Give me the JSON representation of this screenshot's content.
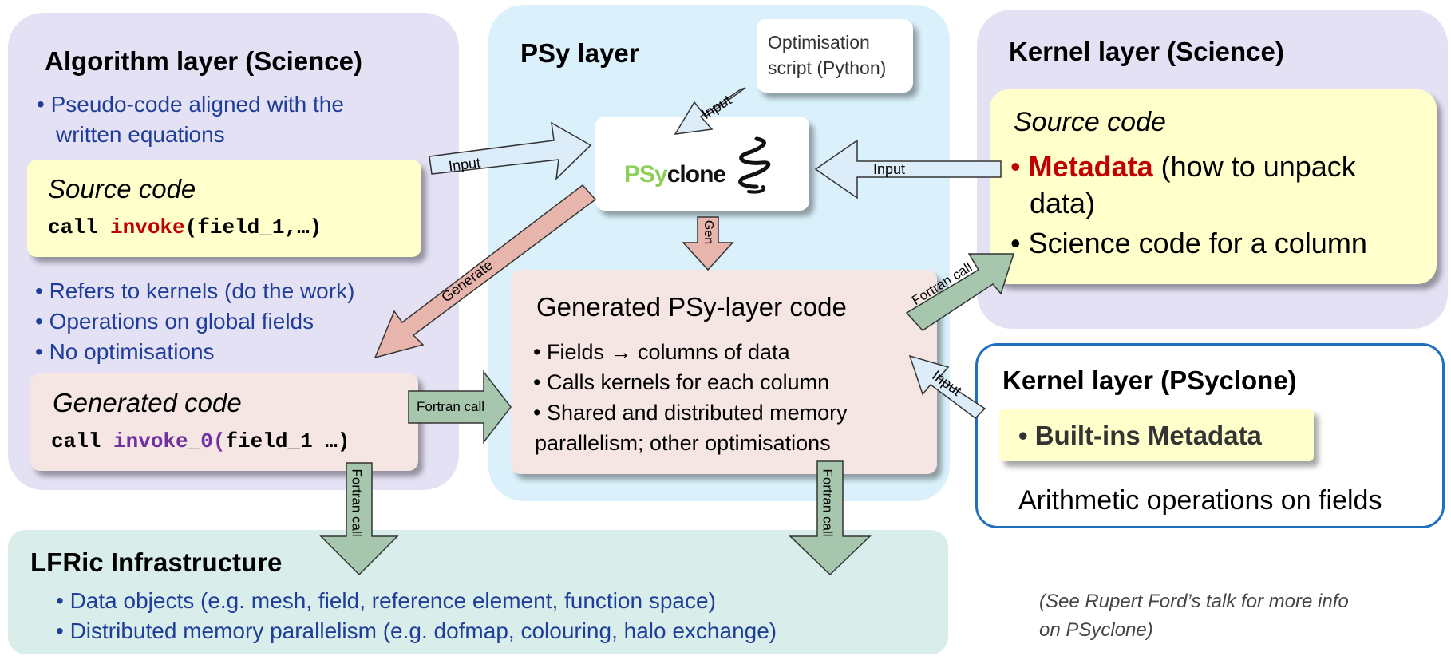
{
  "algorithm": {
    "title": "Algorithm layer (Science)",
    "intro": [
      "• Pseudo-code aligned with the",
      "written equations"
    ],
    "source_box": {
      "title": "Source code",
      "code_prefix": "call ",
      "code_keyword": "invoke",
      "code_suffix": "(field_1,…)"
    },
    "bullets": [
      "•  Refers to kernels (do the work)",
      "•  Operations on global fields",
      "•  No optimisations"
    ],
    "generated_box": {
      "title": "Generated code",
      "code_prefix": "call ",
      "code_keyword": "invoke_0(",
      "code_suffix": "field_1 …)"
    }
  },
  "psy": {
    "title": "PSy layer",
    "optimisation_script": [
      "Optimisation",
      "script (Python)"
    ],
    "logo": {
      "ps": "PSy",
      "clone": "clone"
    },
    "generated": {
      "title": "Generated PSy-layer code",
      "bullets": [
        "• Fields → columns of data",
        "• Calls kernels for each column",
        "• Shared and distributed memory",
        "parallelism; other optimisations"
      ]
    }
  },
  "kernel_science": {
    "title": "Kernel layer (Science)",
    "source_title": "Source code",
    "metadata_bullet": "• ",
    "metadata_word": "Metadata",
    "metadata_rest": " (how to unpack",
    "metadata_rest2": "data)",
    "science_bullet": "• Science code for a column"
  },
  "kernel_psyclone": {
    "title": "Kernel layer (PSyclone)",
    "builtins": "• Built-ins Metadata",
    "description": "Arithmetic operations on fields"
  },
  "lfric": {
    "title": "LFRic Infrastructure",
    "bullets": [
      "• Data objects (e.g. mesh, field, reference element, function space)",
      "• Distributed memory parallelism (e.g. dofmap, colouring, halo exchange)"
    ]
  },
  "note": [
    "(See Rupert Ford’s talk for more info",
    "on PSyclone)"
  ],
  "arrows": {
    "input_alg": "Input",
    "input_opt": "Input",
    "input_kernel": "Input",
    "input_psyclone": "Input",
    "gen": "Gen",
    "generate": "Generate",
    "fortran_alg_psy": "Fortran call",
    "fortran_psy_kernel": "Fortran call",
    "fortran_alg_lfric": "Fortran call",
    "fortran_psy_lfric": "Fortran call"
  },
  "colors": {
    "algorithm_panel": "#e4e1f4",
    "psy_panel": "#daf1fb",
    "kernel_panel": "#e4e1f4",
    "yellow_box": "#ffffcc",
    "pink_box": "#f5e6e4",
    "lfric_panel": "#d9eeea",
    "keyword_red": "#c00000",
    "keyword_purple": "#7030a0",
    "text_blue": "#1f3e9a",
    "input_arrow": "#dcecf8",
    "generate_arrow": "#e8b5ad",
    "fortran_arrow": "#a6c7ad",
    "psyclone_border": "#1f6fbf"
  }
}
